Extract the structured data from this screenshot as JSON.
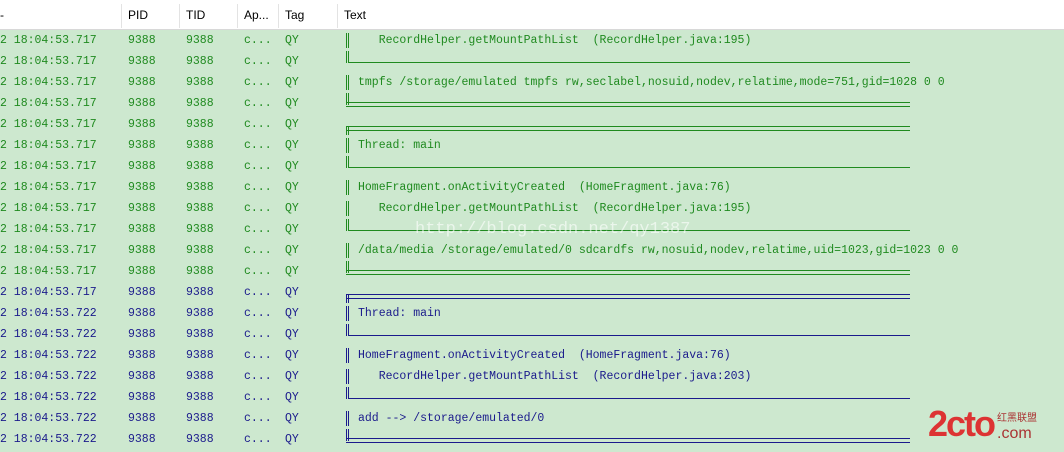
{
  "header": {
    "time": "-",
    "pid": "PID",
    "tid": "TID",
    "app": "Ap...",
    "tag": "Tag",
    "text": "Text"
  },
  "rows": [
    {
      "time": "2 18:04:53.717",
      "pid": "9388",
      "tid": "9388",
      "app": "c...",
      "tag": "QY",
      "kind": "text",
      "text": "   RecordHelper.getMountPathList  (RecordHelper.java:195)",
      "color": "g"
    },
    {
      "time": "2 18:04:53.717",
      "pid": "9388",
      "tid": "9388",
      "app": "c...",
      "tag": "QY",
      "kind": "mid",
      "text": "",
      "color": "g"
    },
    {
      "time": "2 18:04:53.717",
      "pid": "9388",
      "tid": "9388",
      "app": "c...",
      "tag": "QY",
      "kind": "text",
      "text": "tmpfs /storage/emulated tmpfs rw,seclabel,nosuid,nodev,relatime,mode=751,gid=1028 0 0",
      "color": "g"
    },
    {
      "time": "2 18:04:53.717",
      "pid": "9388",
      "tid": "9388",
      "app": "c...",
      "tag": "QY",
      "kind": "bot",
      "text": "",
      "color": "g"
    },
    {
      "time": "2 18:04:53.717",
      "pid": "9388",
      "tid": "9388",
      "app": "c...",
      "tag": "QY",
      "kind": "top",
      "text": "",
      "color": "g"
    },
    {
      "time": "2 18:04:53.717",
      "pid": "9388",
      "tid": "9388",
      "app": "c...",
      "tag": "QY",
      "kind": "text",
      "text": "Thread: main",
      "color": "g"
    },
    {
      "time": "2 18:04:53.717",
      "pid": "9388",
      "tid": "9388",
      "app": "c...",
      "tag": "QY",
      "kind": "mid",
      "text": "",
      "color": "g"
    },
    {
      "time": "2 18:04:53.717",
      "pid": "9388",
      "tid": "9388",
      "app": "c...",
      "tag": "QY",
      "kind": "text",
      "text": "HomeFragment.onActivityCreated  (HomeFragment.java:76)",
      "color": "g"
    },
    {
      "time": "2 18:04:53.717",
      "pid": "9388",
      "tid": "9388",
      "app": "c...",
      "tag": "QY",
      "kind": "text",
      "text": "   RecordHelper.getMountPathList  (RecordHelper.java:195)",
      "color": "g"
    },
    {
      "time": "2 18:04:53.717",
      "pid": "9388",
      "tid": "9388",
      "app": "c...",
      "tag": "QY",
      "kind": "mid",
      "text": "",
      "color": "g"
    },
    {
      "time": "2 18:04:53.717",
      "pid": "9388",
      "tid": "9388",
      "app": "c...",
      "tag": "QY",
      "kind": "text",
      "text": "/data/media /storage/emulated/0 sdcardfs rw,nosuid,nodev,relatime,uid=1023,gid=1023 0 0",
      "color": "g"
    },
    {
      "time": "2 18:04:53.717",
      "pid": "9388",
      "tid": "9388",
      "app": "c...",
      "tag": "QY",
      "kind": "bot",
      "text": "",
      "color": "g"
    },
    {
      "time": "2 18:04:53.717",
      "pid": "9388",
      "tid": "9388",
      "app": "c...",
      "tag": "QY",
      "kind": "top",
      "text": "",
      "color": "b"
    },
    {
      "time": "2 18:04:53.722",
      "pid": "9388",
      "tid": "9388",
      "app": "c...",
      "tag": "QY",
      "kind": "text",
      "text": "Thread: main",
      "color": "b"
    },
    {
      "time": "2 18:04:53.722",
      "pid": "9388",
      "tid": "9388",
      "app": "c...",
      "tag": "QY",
      "kind": "mid",
      "text": "",
      "color": "b"
    },
    {
      "time": "2 18:04:53.722",
      "pid": "9388",
      "tid": "9388",
      "app": "c...",
      "tag": "QY",
      "kind": "text",
      "text": "HomeFragment.onActivityCreated  (HomeFragment.java:76)",
      "color": "b"
    },
    {
      "time": "2 18:04:53.722",
      "pid": "9388",
      "tid": "9388",
      "app": "c...",
      "tag": "QY",
      "kind": "text",
      "text": "   RecordHelper.getMountPathList  (RecordHelper.java:203)",
      "color": "b"
    },
    {
      "time": "2 18:04:53.722",
      "pid": "9388",
      "tid": "9388",
      "app": "c...",
      "tag": "QY",
      "kind": "mid",
      "text": "",
      "color": "b"
    },
    {
      "time": "2 18:04:53.722",
      "pid": "9388",
      "tid": "9388",
      "app": "c...",
      "tag": "QY",
      "kind": "text",
      "text": "add --> /storage/emulated/0",
      "color": "b"
    },
    {
      "time": "2 18:04:53.722",
      "pid": "9388",
      "tid": "9388",
      "app": "c...",
      "tag": "QY",
      "kind": "bot",
      "text": "",
      "color": "b"
    }
  ],
  "watermark": "http://blog.csdn.net/qy1387",
  "logo": {
    "main": "2cto",
    "cn": "红黑联盟",
    "domain": ".com"
  }
}
